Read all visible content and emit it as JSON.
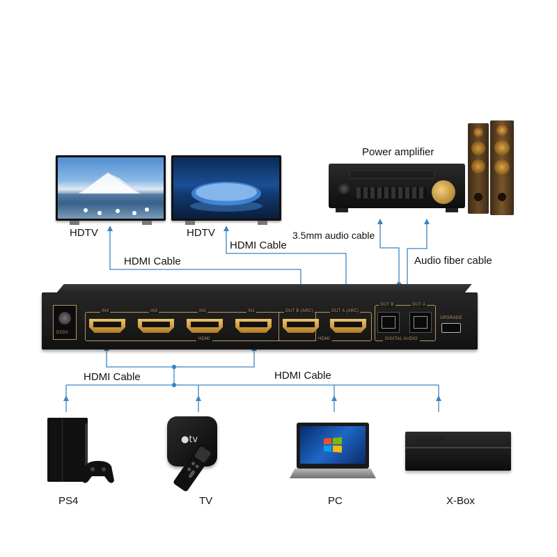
{
  "labels": {
    "hdtv_left": "HDTV",
    "hdtv_right": "HDTV",
    "power_amplifier": "Power amplifier",
    "hdmi_cable_out_b": "HDMI Cable",
    "hdmi_cable_out_a": "HDMI Cable",
    "audio_35mm_cable": "3.5mm audio cable",
    "audio_fiber_cable": "Audio fiber cable",
    "hdmi_cable_in_left": "HDMI Cable",
    "hdmi_cable_in_right": "HDMI Cable",
    "ps4": "PS4",
    "tv": "TV",
    "pc": "PC",
    "xbox": "X-Box"
  },
  "switch": {
    "dc_label": "DC5V",
    "in_ports": [
      "IN4",
      "IN3",
      "IN2",
      "IN1"
    ],
    "in_group_label": "HDMI",
    "out_ports": [
      "OUT B (ARC)",
      "OUT A (ARC)"
    ],
    "out_group_label": "HDMI",
    "audio_ports": [
      "OUT B",
      "OUT A"
    ],
    "audio_group_label": "DIGITAL AUDIO",
    "upgrade_label": "UPGRADE"
  },
  "colors": {
    "arrow": "#3b84c4",
    "switch_body": "#1c1c1c",
    "gold": "#b9975b"
  }
}
